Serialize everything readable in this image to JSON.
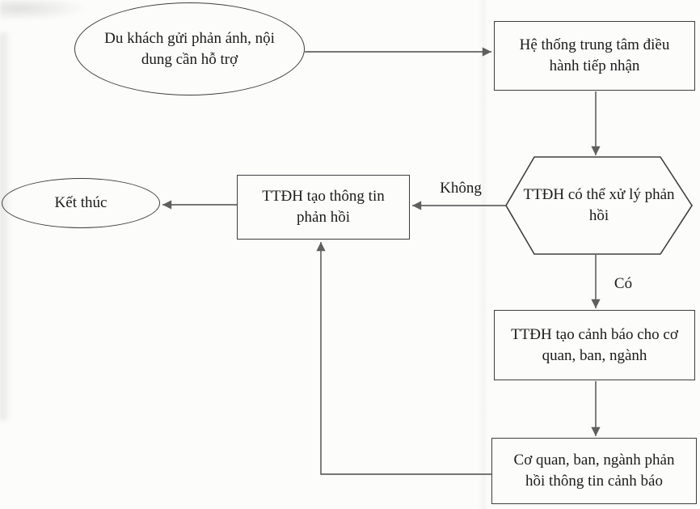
{
  "diagram": {
    "nodes": {
      "start": {
        "type": "ellipse",
        "label": "Du khách gửi phản ánh, nội dung cần hỗ trợ"
      },
      "receive": {
        "type": "rect",
        "label": "Hệ thống trung tâm điều hành tiếp nhận"
      },
      "decision": {
        "type": "hexagon",
        "label": "TTĐH có thể xử lý phản hồi"
      },
      "feedback": {
        "type": "rect",
        "label": "TTĐH tạo thông tin phản hồi"
      },
      "end": {
        "type": "ellipse",
        "label": "Kết thúc"
      },
      "alert": {
        "type": "rect",
        "label": "TTĐH tạo cảnh báo cho cơ quan, ban, ngành"
      },
      "agency": {
        "type": "rect",
        "label": "Cơ quan, ban, ngành phản hồi thông tin cảnh báo"
      }
    },
    "edge_labels": {
      "no": "Không",
      "yes": "Có"
    },
    "colors": {
      "line": "#4a4a4a",
      "arrowhead": "#5f5f5f",
      "box_border": "#3e3e3e",
      "text": "#1b1b1b",
      "background": "#fcfcfb"
    }
  }
}
